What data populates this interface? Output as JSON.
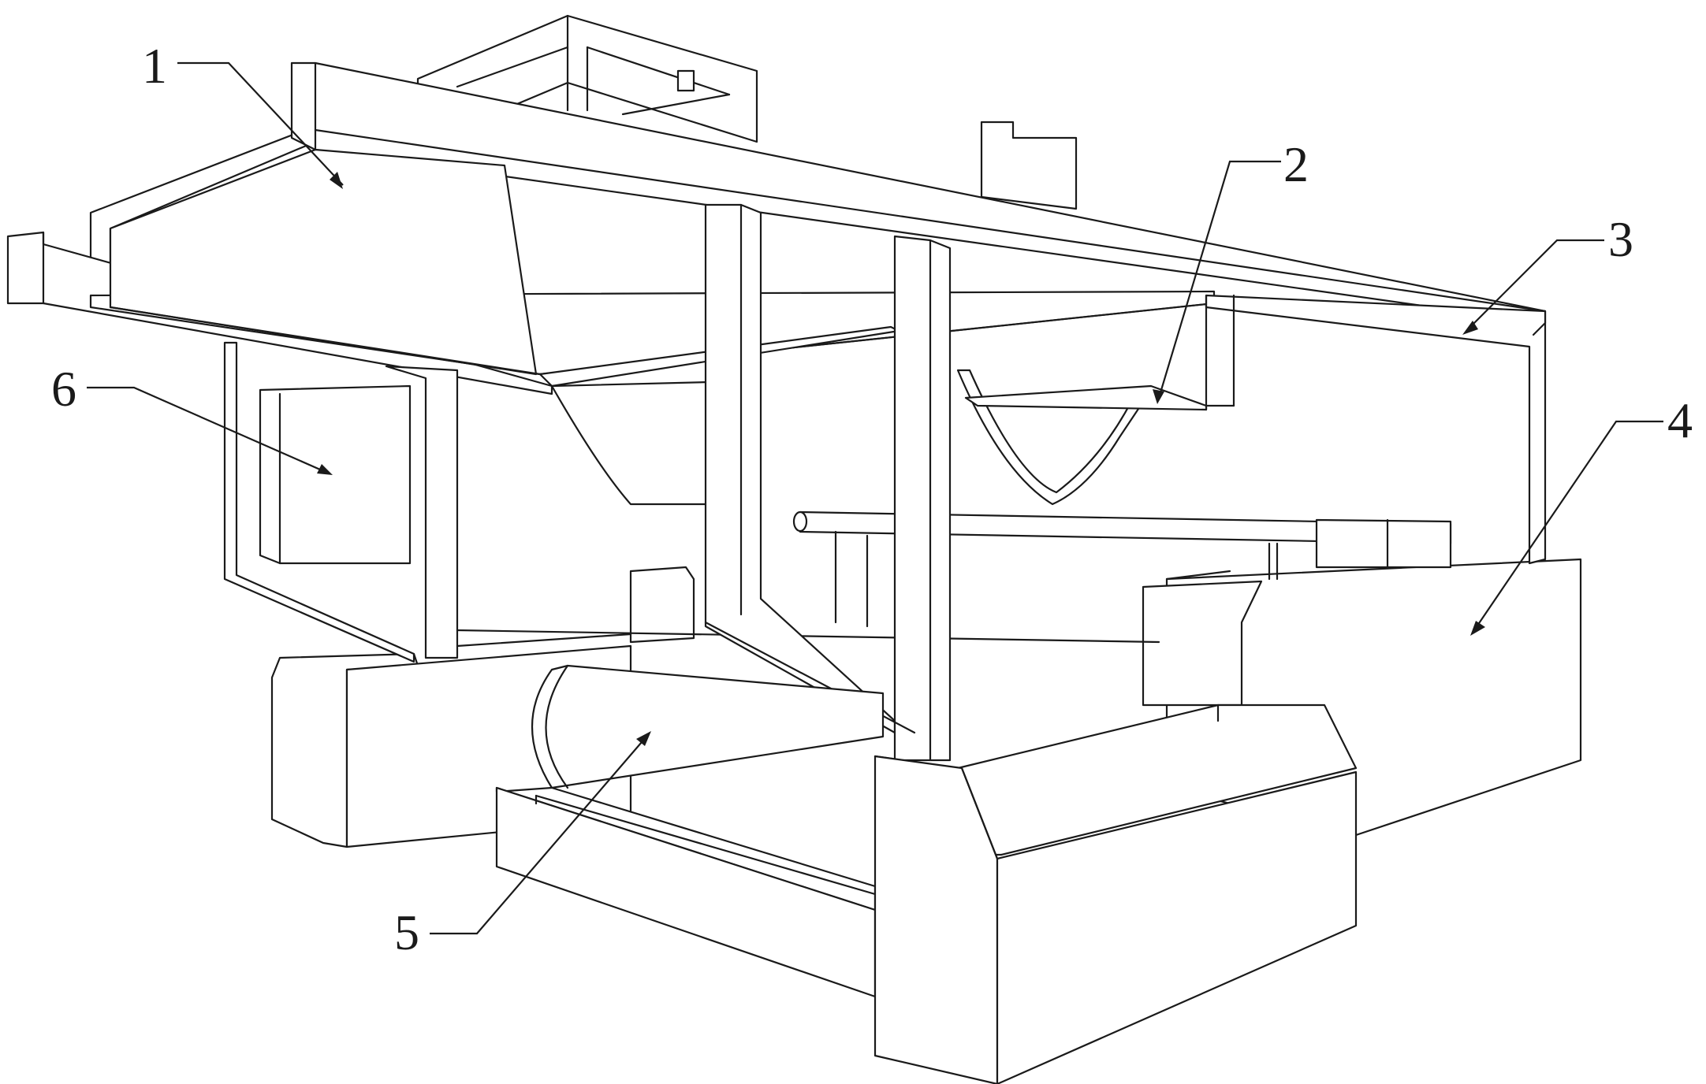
{
  "figure": {
    "callouts": [
      {
        "id": "1",
        "label": "1"
      },
      {
        "id": "2",
        "label": "2"
      },
      {
        "id": "3",
        "label": "3"
      },
      {
        "id": "4",
        "label": "4"
      },
      {
        "id": "5",
        "label": "5"
      },
      {
        "id": "6",
        "label": "6"
      }
    ]
  }
}
